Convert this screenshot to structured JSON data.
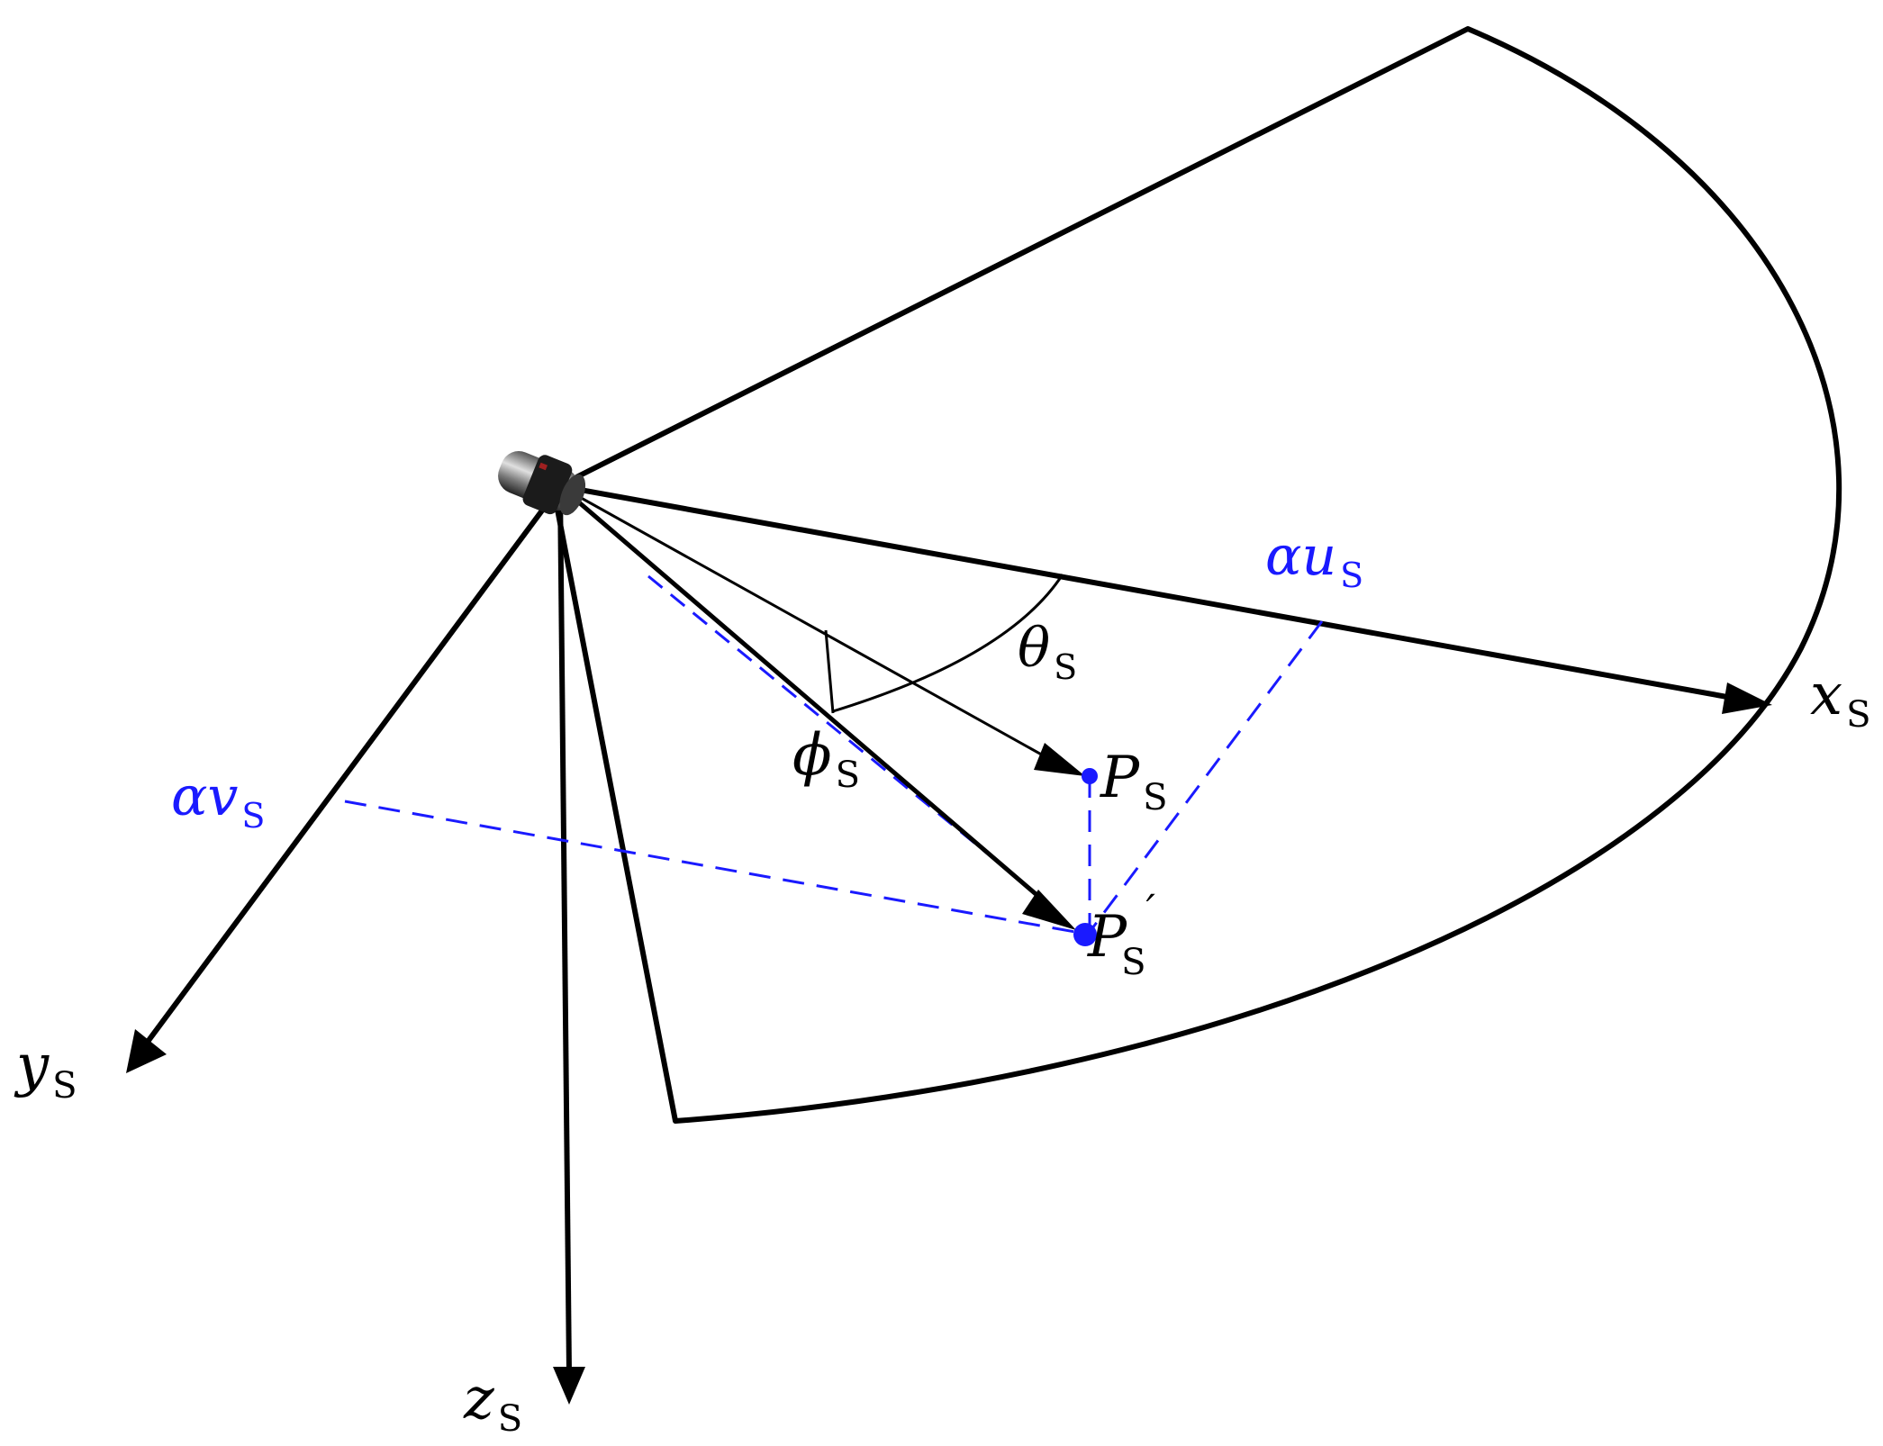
{
  "colors": {
    "line": "#000000",
    "projection": "#0000ee",
    "background": "#ffffff"
  },
  "icons": {
    "sensor": "lidar-sensor-icon"
  },
  "labels": {
    "x_axis": {
      "main": "x",
      "sub": "S"
    },
    "y_axis": {
      "main": "y",
      "sub": "S"
    },
    "z_axis": {
      "main": "z",
      "sub": "S"
    },
    "theta": {
      "main": "θ",
      "sub": "S"
    },
    "phi": {
      "main": "ϕ",
      "sub": "S"
    },
    "p": {
      "main": "P",
      "sub": "S"
    },
    "p_prime": {
      "main": "P",
      "sub": "S",
      "prime": "′"
    },
    "alpha_u": {
      "main": "αu",
      "sub": "S"
    },
    "alpha_v": {
      "main": "αv",
      "sub": "S"
    }
  }
}
